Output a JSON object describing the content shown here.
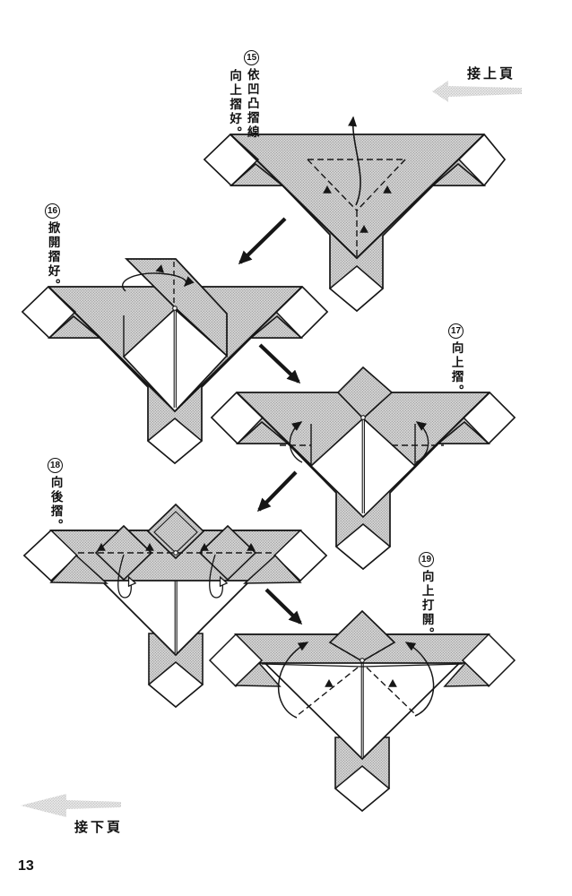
{
  "page": {
    "number": "13"
  },
  "nav": {
    "prev_label": "接上頁",
    "next_label": "接下頁",
    "prev_icon": "left-arrow",
    "next_icon": "left-arrow"
  },
  "steps": [
    {
      "num": "15",
      "lines": [
        "依凹凸摺線",
        "向上摺好。"
      ]
    },
    {
      "num": "16",
      "lines": [
        "掀開摺好。"
      ]
    },
    {
      "num": "17",
      "lines": [
        "向上摺。"
      ]
    },
    {
      "num": "18",
      "lines": [
        "向後摺。"
      ]
    },
    {
      "num": "19",
      "lines": [
        "向上打開。"
      ]
    }
  ],
  "colors": {
    "paper": "#ffffff",
    "line": "#161616",
    "halftone_gray": "#c9c9c9",
    "nav_arrow_gray": "#d6d6d6"
  }
}
